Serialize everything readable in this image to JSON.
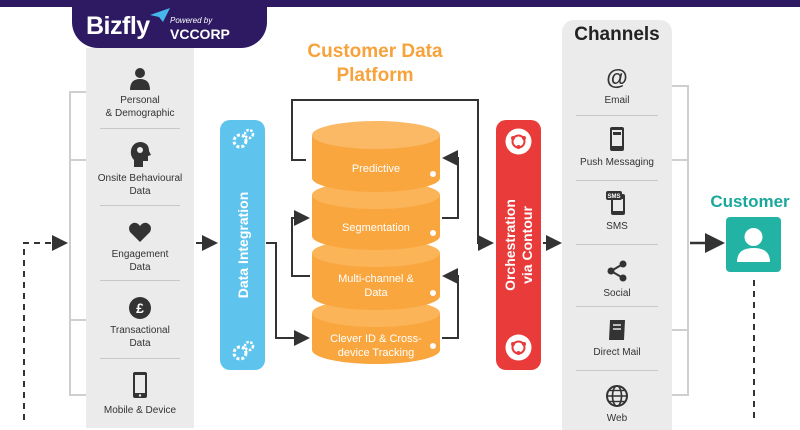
{
  "brand": {
    "name": "Bizfly",
    "powered_by": "Powered by",
    "partner": "VCCORP"
  },
  "cdp_title_line1": "Customer Data",
  "cdp_title_line2": "Platform",
  "sources": [
    {
      "icon": "person-icon",
      "line1": "Personal",
      "line2": "& Demographic"
    },
    {
      "icon": "head-gears-icon",
      "line1": "Onsite Behavioural",
      "line2": "Data"
    },
    {
      "icon": "heart-icon",
      "line1": "Engagement",
      "line2": "Data"
    },
    {
      "icon": "pound-coin-icon",
      "line1": "Transactional",
      "line2": "Data"
    },
    {
      "icon": "mobile-phone-icon",
      "line1": "Mobile & Device",
      "line2": ""
    }
  ],
  "data_integration": "Data Integration",
  "database_layers": [
    {
      "line1": "Predictive",
      "line2": ""
    },
    {
      "line1": "Segmentation",
      "line2": ""
    },
    {
      "line1": "Multi-channel &",
      "line2": "Data"
    },
    {
      "line1": "Clever ID & Cross-",
      "line2": "device Tracking"
    }
  ],
  "orchestration_line1": "Orchestration",
  "orchestration_line2": "via Contour",
  "channels_title": "Channels",
  "channels": [
    {
      "icon": "at-sign-icon",
      "label": "Email"
    },
    {
      "icon": "push-phone-icon",
      "label": "Push Messaging"
    },
    {
      "icon": "sms-phone-icon",
      "label": "SMS"
    },
    {
      "icon": "share-icon",
      "label": "Social"
    },
    {
      "icon": "direct-mail-icon",
      "label": "Direct Mail"
    },
    {
      "icon": "globe-icon",
      "label": "Web"
    }
  ],
  "customer_label": "Customer",
  "colors": {
    "brand_purple": "#2d1a63",
    "orange": "#f7a23b",
    "blue": "#5ec4ee",
    "red": "#ea3b3b",
    "teal": "#22b3a4",
    "panel_grey": "#ebebeb"
  }
}
